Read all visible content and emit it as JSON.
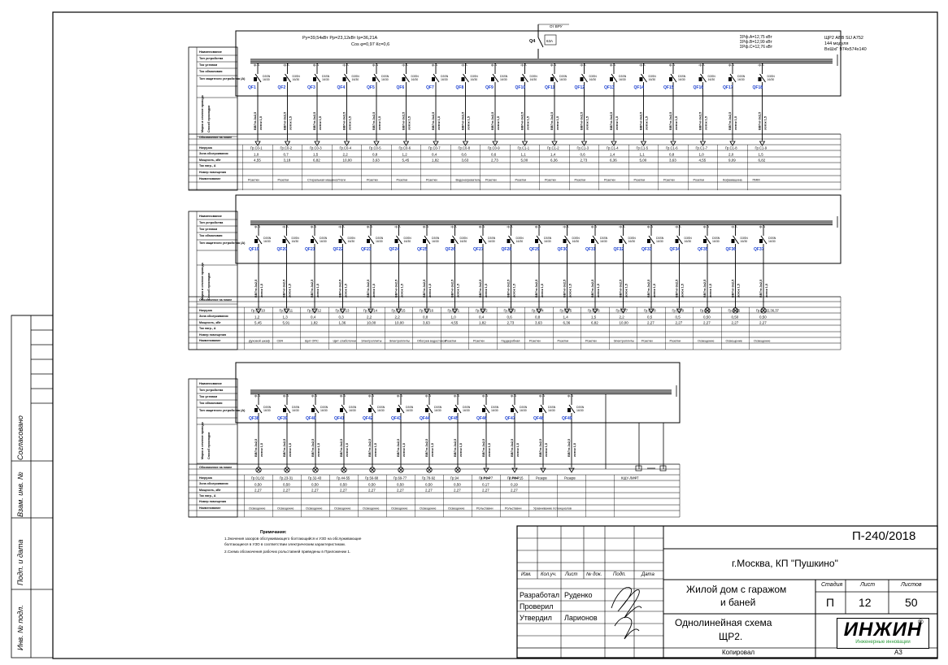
{
  "side_labels": [
    "Согласовано",
    "Взам. инв. №",
    "Подп. и дата",
    "Инв. № подл."
  ],
  "row_labels": [
    "Наименование",
    "Тип устройства",
    "Ток уставки",
    "Ток обмоловия",
    "Тип защитного устройства (А)",
    "Марка и сечение провода",
    "Способ прокладки",
    "Обозначение на плане",
    "Нагрузка",
    "Зона обслуживания",
    "Мощность, кВт",
    "Ток нагр., А",
    "Номер помещения",
    "Наименование"
  ],
  "panel1": {
    "header_left": "Py=39,54кВт   Pp=23,12кВт   Ip=36,21А",
    "header_left2": "Cos φ=0,97    Кс=0,6",
    "header_right": "ΣPф.А=12,75 кВт\nΣPф.В=12,99 кВт\nΣPф.С=12,76 кВт",
    "panel_label": "ЩР2  ABB SIJ A752",
    "panel_label2": "144 модуля",
    "panel_label3": "ВхШхГ 974х574х140",
    "main_switch": "Q4",
    "main_rating": "63А",
    "breakers": [
      "QF1",
      "QF2",
      "QF3",
      "QF4",
      "QF5",
      "QF6",
      "QF7",
      "QF8",
      "QF9",
      "QF10",
      "QF11",
      "QF12",
      "QF13",
      "QF14",
      "QF15",
      "QF16",
      "QF17",
      "QF18"
    ],
    "groups": [
      "Гр.С0-1",
      "Гр.С0-2",
      "Гр.С0-3",
      "Гр.С0-4",
      "Гр.С0-5",
      "Гр.С0-6",
      "Гр.С0-7",
      "Гр.С0-8",
      "Гр.С0-9",
      "Гр.С1-1",
      "Гр.С1-2",
      "Гр.С1-3",
      "Гр.С1-4",
      "Гр.С1-5",
      "Гр.С1-6",
      "Гр.С1-7",
      "Гр.С1-8",
      "Гр.С1-9"
    ],
    "power": [
      "1,0",
      "0,7",
      "1,5",
      "2,2",
      "0,8",
      "1,2",
      "0,4",
      "0,6",
      "0,6",
      "1,1",
      "1,4",
      "0,6",
      "1,4",
      "1,1",
      "0,8",
      "1,0",
      "2,0",
      "1,5"
    ],
    "current": [
      "4,55",
      "3,18",
      "6,82",
      "10,00",
      "3,63",
      "5,45",
      "1,82",
      "3,63",
      "2,73",
      "5,00",
      "6,36",
      "2,73",
      "6,36",
      "5,00",
      "3,63",
      "4,55",
      "9,09",
      "6,82"
    ],
    "names": [
      "Розетки",
      "Розетки",
      "Стиральная машина",
      "Утюги",
      "Розетки",
      "Розетки",
      "Розетки",
      "Водонагреватель",
      "Розетки",
      "Розетки",
      "Розетки",
      "Розетки",
      "Розетки",
      "Розетки",
      "Розетки",
      "Розетки",
      "Кофемашина",
      "ПММ"
    ]
  },
  "panel2": {
    "breakers": [
      "QF19",
      "QF20",
      "QF21",
      "QF22",
      "QF23",
      "QF24",
      "QF25",
      "QF26",
      "QF27",
      "QF28",
      "QF29",
      "QF30",
      "QF31",
      "QF32",
      "QF33",
      "QF34",
      "QF35",
      "QF36",
      "QF37"
    ],
    "groups": [
      "Гр.С1-10",
      "Гр.С1-11",
      "Гр.С1-12",
      "Гр.С1-13",
      "Гр.С1-14",
      "Гр.С1-15",
      "Гр.С1-16",
      "Гр.С2-1",
      "Гр.С2-2",
      "Гр.С2-3",
      "Гр.С2-4",
      "Гр.С2-5",
      "Гр.С2-6",
      "Гр.С2-7",
      "Гр.С2-8",
      "Гр.С2-9",
      "Гр.Я-6",
      "Гр.Я-15",
      "Гр.17-22,36,37"
    ],
    "power": [
      "1,2",
      "1,3",
      "0,4",
      "0,3",
      "2,2",
      "2,2",
      "0,8",
      "1,0",
      "0,4",
      "0,6",
      "0,8",
      "1,4",
      "1,5",
      "2,2",
      "0,5",
      "0,5",
      "0,50",
      "0,50",
      "0,50"
    ],
    "current": [
      "5,45",
      "5,91",
      "1,82",
      "1,36",
      "10,00",
      "10,00",
      "3,63",
      "4,55",
      "1,82",
      "2,73",
      "3,63",
      "6,36",
      "6,82",
      "10,00",
      "2,27",
      "2,27",
      "2,27",
      "2,27",
      "2,27"
    ],
    "names": [
      "Духовой шкаф",
      "СВЧ",
      "Щит ОПС",
      "Щит слаботочки",
      "Электроплиты",
      "Электроплиты",
      "Обогрев водостоков",
      "Розетки",
      "Розетки",
      "Гардеробная",
      "Розетки",
      "Розетки",
      "Розетки",
      "Электроплиты",
      "Розетки",
      "Розетки",
      "Освещение",
      "Освещение",
      "Освещение"
    ]
  },
  "panel3": {
    "breakers": [
      "QF38",
      "QF39",
      "QF40",
      "QF41",
      "QF42",
      "QF43",
      "QF44",
      "QF45",
      "QF46",
      "QF47",
      "QF48",
      "QF49"
    ],
    "groups": [
      "Гр.01,02",
      "Гр.23-31",
      "Гр.32-43",
      "Гр.44-55",
      "Гр.56-68",
      "Гр.69-77",
      "Гр.78-92",
      "Гр.94",
      "Гр.Р1-Р7",
      "Гр.Р8-Р15",
      "Резерв",
      "Резерв",
      "",
      "КШУ-ЛИФТ"
    ],
    "group_extra": [
      "",
      "",
      "",
      "",
      "",
      "",
      "",
      "",
      "1 этаж",
      "2 этаж",
      "",
      "",
      "",
      ""
    ],
    "power": [
      "0,50",
      "0,50",
      "0,50",
      "0,50",
      "0,50",
      "0,50",
      "0,50",
      "0,50",
      "0,17",
      "0,19"
    ],
    "current": [
      "2,27",
      "2,27",
      "2,27",
      "2,27",
      "2,27",
      "2,27",
      "2,27",
      "2,27",
      "2,27",
      "2,27"
    ],
    "names": [
      "Освещение",
      "Освещение",
      "Освещение",
      "Освещение",
      "Освещение",
      "Освещение",
      "Освещение",
      "Освещение",
      "Рольставни",
      "Рольставни",
      "Уравнивание потенциалов"
    ]
  },
  "notes": {
    "title": "Примечания:",
    "line1": "1.Значения зазоров обслуживающего болтающийся и УЗО на обслуживающие",
    "line2": "   болтающиеся в УЗО в соответствии электрическим характеристикам.",
    "line3": "2.Схема обозначения рабочих рольставней приведены в Приложении 1."
  },
  "title_block": {
    "code": "П-240/2018",
    "location": "г.Москва, КП \"Пушкино\"",
    "object": "Жилой дом с гаражом\nи баней",
    "object1": "Жилой дом с гаражом",
    "object2": "и баней",
    "drawing": "Однолинейная схема",
    "drawing2": "ЩР2.",
    "col_headers": [
      "Изм.",
      "Кол.уч.",
      "Лист",
      "№ док.",
      "Подп.",
      "Дата"
    ],
    "roles": [
      "Разработал",
      "Проверил",
      "Утвердил"
    ],
    "names": [
      "Руденко",
      "",
      "Ларионов"
    ],
    "stage_h": "Стадия",
    "sheet_h": "Лист",
    "sheets_h": "Листов",
    "stage": "П",
    "sheet": "12",
    "sheets": "50",
    "logo": "ИНЖИН",
    "logo_sub": "Инженерные инновации",
    "copied": "Копировал",
    "format": "А3"
  }
}
